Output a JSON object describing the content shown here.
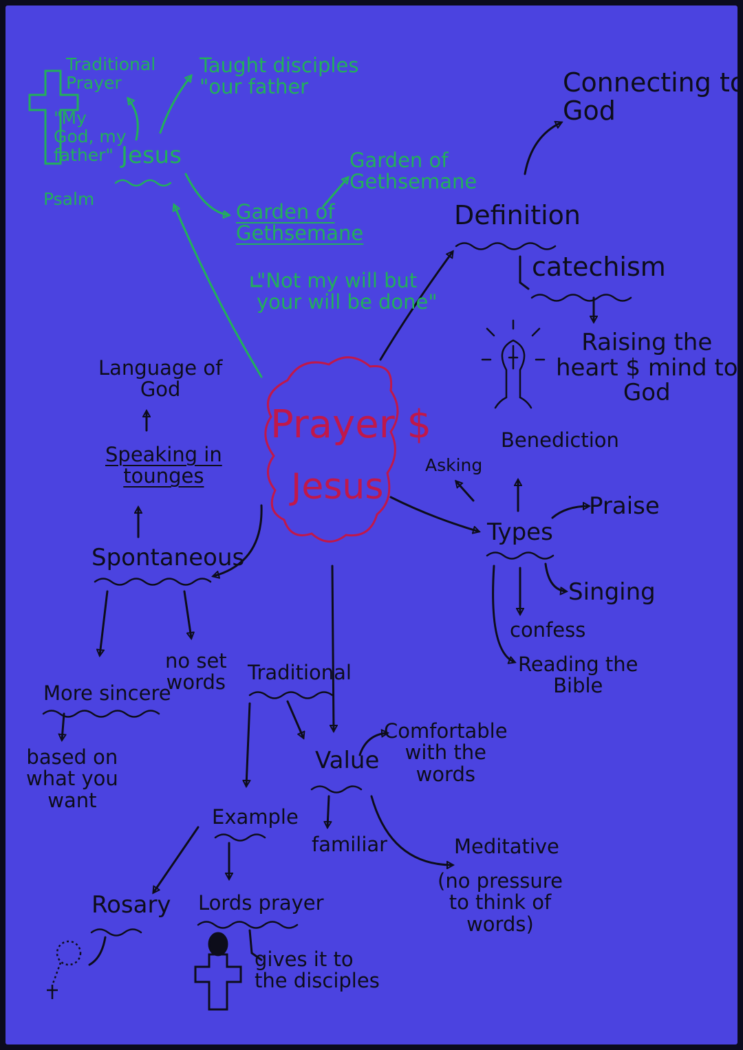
{
  "colors": {
    "paper": "#4b43e0",
    "ink_black": "#0d0d1a",
    "ink_green": "#22b05a",
    "ink_red": "#c0184a"
  },
  "center": {
    "line1": "Prayer $",
    "line2": "Jesus"
  },
  "jesus": {
    "label": "Jesus",
    "traditional_prayer": "Traditional\nPrayer",
    "quote": "\"My\nGod, my\nfather\"",
    "psalm": "Psalm",
    "taught": "Taught disciples\n\"our father",
    "garden_heading": "Garden of\nGethsemane",
    "garden_note": "Garden of\nGethsemane",
    "garden_quote": "\"Not my will but\nyour will be done\""
  },
  "definition": {
    "label": "Definition",
    "connecting": "Connecting to\nGod",
    "catechism": "catechism",
    "raising": "Raising the\nheart $ mind to\nGod"
  },
  "types": {
    "label": "Types",
    "benediction": "Benediction",
    "asking": "Asking",
    "praise": "Praise",
    "singing": "Singing",
    "confess": "confess",
    "reading": "Reading the\nBible"
  },
  "spontaneous": {
    "label": "Spontaneous",
    "speaking": "Speaking in\ntounges",
    "language": "Language of\nGod",
    "no_set": "no set\nwords",
    "sincere": "More sincere",
    "based": "based on\nwhat you\nwant"
  },
  "traditional": {
    "label": "Traditional",
    "example": "Example",
    "rosary": "Rosary",
    "lords": "Lords prayer",
    "gives": "gives it to\nthe disciples",
    "value": "Value",
    "comfortable": "Comfortable\nwith the\nwords",
    "familiar": "familiar",
    "meditative": "Meditative",
    "meditative_note": "(no pressure\nto think of\nwords)"
  },
  "icons": [
    "cross-icon",
    "lightbulb-icon",
    "rosary-icon",
    "praying-figure-icon"
  ]
}
